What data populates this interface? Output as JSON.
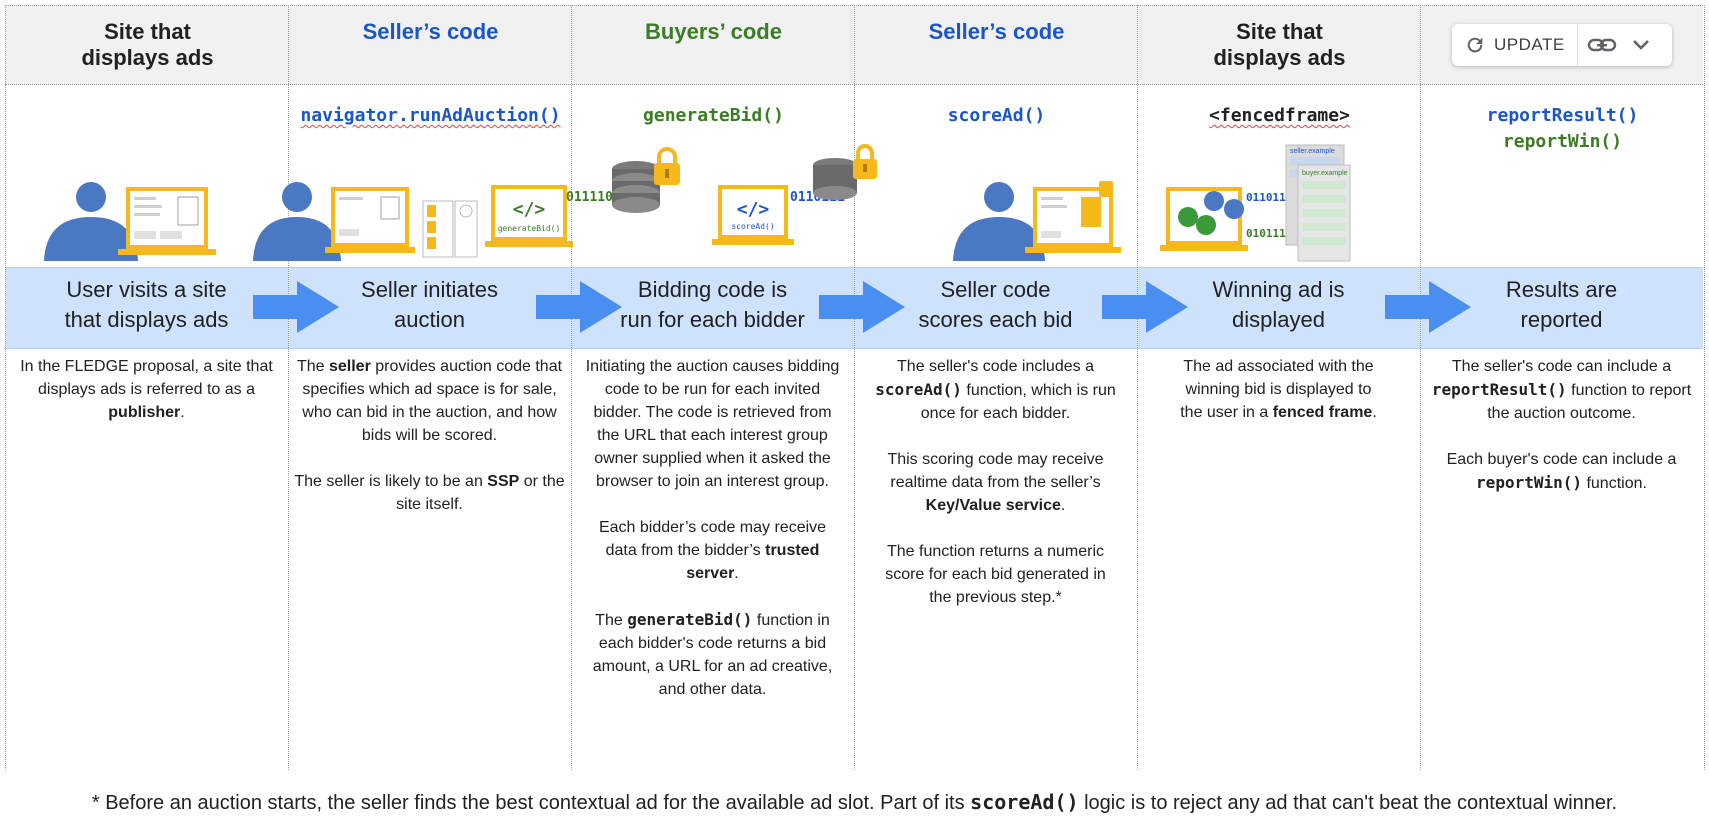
{
  "columns": [
    {
      "header": "Site that\ndisplays ads",
      "code": [],
      "step": "User visits a site\nthat displays ads",
      "description": [
        [
          {
            "t": "In the FLEDGE proposal, a site that displays ads is referred to as a "
          },
          {
            "t": "publisher",
            "b": true
          },
          {
            "t": "."
          }
        ]
      ]
    },
    {
      "header": "Seller’s code",
      "code": [
        "navigator.runAdAuction()"
      ],
      "step": "Seller initiates\nauction",
      "description": [
        [
          {
            "t": "The "
          },
          {
            "t": "seller",
            "b": true
          },
          {
            "t": " provides auction code that specifies which ad space is for sale, who can bid in the auction, and how bids will be scored."
          }
        ],
        [
          {
            "t": "The seller is likely to be an "
          },
          {
            "t": "SSP",
            "b": true
          },
          {
            "t": " or the site itself."
          }
        ]
      ]
    },
    {
      "header": "Buyers’ code",
      "code": [
        "generateBid()"
      ],
      "step": "Bidding code is\nrun for each bidder",
      "description": [
        [
          {
            "t": "Initiating the auction causes bidding code to be run for each invited bidder.  The code is retrieved from the URL that each interest group owner supplied when it asked the browser to join an interest group."
          }
        ],
        [
          {
            "t": "Each bidder’s code may receive data from the bidder’s "
          },
          {
            "t": "trusted server",
            "b": true
          },
          {
            "t": "."
          }
        ],
        [
          {
            "t": "The "
          },
          {
            "t": "generateBid()",
            "m": true
          },
          {
            "t": " function in each bidder's code returns a bid amount, a URL for an ad creative, and other data."
          }
        ]
      ]
    },
    {
      "header": "Seller’s code",
      "code": [
        "scoreAd()"
      ],
      "step": "Seller code\nscores each bid",
      "description": [
        [
          {
            "t": "The seller's code includes a "
          },
          {
            "t": "scoreAd()",
            "m": true
          },
          {
            "t": " function, which is run once for each bidder."
          }
        ],
        [
          {
            "t": "This scoring code may receive realtime data from the seller’s "
          },
          {
            "t": "Key/Value service",
            "b": true
          },
          {
            "t": "."
          }
        ],
        [
          {
            "t": "The function returns a numeric score for each bid generated in the previous step.*"
          }
        ]
      ]
    },
    {
      "header": "Site that\ndisplays ads",
      "code": [
        "<fencedframe>"
      ],
      "step": "Winning ad is\ndisplayed",
      "description": [
        [
          {
            "t": "The ad associated with the winning bid is displayed to the user in a "
          },
          {
            "t": "fenced frame",
            "b": true
          },
          {
            "t": "."
          }
        ]
      ]
    },
    {
      "header": "",
      "code": [
        "reportResult()",
        "reportWin()"
      ],
      "step": "Results are\nreported",
      "description": [
        [
          {
            "t": "The seller's code can include a "
          },
          {
            "t": "reportResult()",
            "m": true
          },
          {
            "t": " function to report the auction outcome."
          }
        ],
        [
          {
            "t": "Each buyer's code can include a "
          },
          {
            "t": "reportWin()",
            "m": true
          },
          {
            "t": " function."
          }
        ]
      ]
    }
  ],
  "illustration_text": {
    "generate_bid_code": "generateBid()",
    "score_ad_code": "scoreAd()",
    "binary_a": "01111010",
    "binary_b": "0110111",
    "seller_domain": "seller.example",
    "buyer_domain": "buyer.example",
    "bits_1": "0110111",
    "bits_2": "01011111"
  },
  "footnote": [
    {
      "t": "* Before an auction starts, the seller finds the best contextual ad for the available ad slot. Part of its "
    },
    {
      "t": "scoreAd()",
      "m": true
    },
    {
      "t": " logic is to reject any ad that can't beat the contextual winner."
    }
  ],
  "toolbar": {
    "update_label": "UPDATE"
  },
  "colors": {
    "header_bg": "#f1f1f1",
    "step_band": "#cfe2fb",
    "arrow": "#4a8ff0",
    "person": "#4a78c2",
    "laptop_frame": "#f6b91b",
    "blue_code": "#1a56c9",
    "green_code": "#3a7d25"
  }
}
